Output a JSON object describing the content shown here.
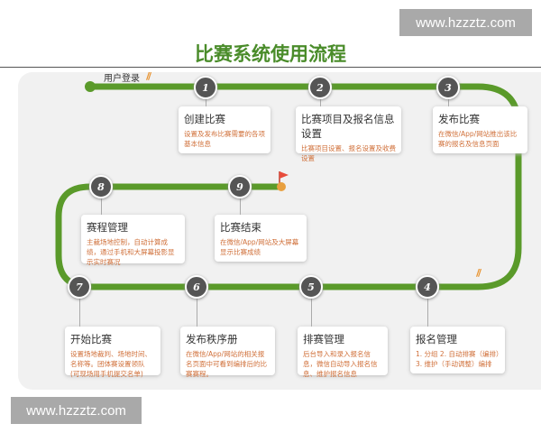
{
  "watermark": "www.hzzztz.com",
  "title": "比赛系统使用流程",
  "start_label": "用户登录",
  "slash": "//",
  "colors": {
    "track": "#5a9a2a",
    "title": "#4a8c2a",
    "desc": "#d0703a"
  },
  "steps": [
    {
      "num": "1",
      "title": "创建比赛",
      "desc": "设置及发布比赛需要的各项基本信息"
    },
    {
      "num": "2",
      "title": "比赛项目及报名信息设置",
      "desc": "比赛项目设置、报名设置及收费设置"
    },
    {
      "num": "3",
      "title": "发布比赛",
      "desc": "在微信/App/网站推出该比赛的报名及信息页面"
    },
    {
      "num": "4",
      "title": "报名管理",
      "desc": "1. 分组 2. 自动排赛（编排）3. 维护（手动调整）编排"
    },
    {
      "num": "5",
      "title": "排赛管理",
      "desc": "后台导入和录入报名信息，微信自动导入报名信息、维护报名信息"
    },
    {
      "num": "6",
      "title": "发布秩序册",
      "desc": "在微信/App/网站的相关报名页面中可看到编排后的比赛赛程。"
    },
    {
      "num": "7",
      "title": "开始比赛",
      "desc": "设置场地裁判、场地时间、名称等。团体赛设置领队 (可现场用手机提交名单)"
    },
    {
      "num": "8",
      "title": "赛程管理",
      "desc": "主裁场地控制，自动计算成绩，通过手机和大屏幕投影显示实时赛况"
    },
    {
      "num": "9",
      "title": "比赛结束",
      "desc": "在微信/App/网站及大屏幕显示比赛成绩"
    }
  ]
}
